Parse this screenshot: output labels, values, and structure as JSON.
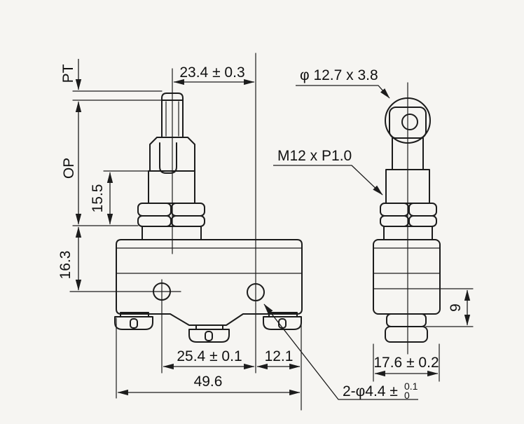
{
  "drawing": {
    "type": "engineering-dimension-drawing",
    "views": [
      "front-view",
      "side-view"
    ]
  },
  "labels": {
    "pretravel": "PT",
    "operating_position": "OP",
    "plunger_to_hole_width": "23.4 ± 0.3",
    "roller_size": "φ 12.7 x 3.8",
    "thread_spec": "M12 x P1.0",
    "bushing_height": "15.5",
    "top_to_hole_height": "16.3",
    "hole_spacing": "25.4 ± 0.1",
    "hole_to_edge": "12.1",
    "body_width": "49.6",
    "body_depth": "17.6 ± 0.2",
    "mounting_holes": "2-φ4.4 ±",
    "mounting_holes_tol_upper": "0.1",
    "mounting_holes_tol_lower": "0",
    "base_height": "9"
  },
  "colors": {
    "line": "#1c1c1c",
    "text": "#111111",
    "background": "#f6f5f2"
  }
}
